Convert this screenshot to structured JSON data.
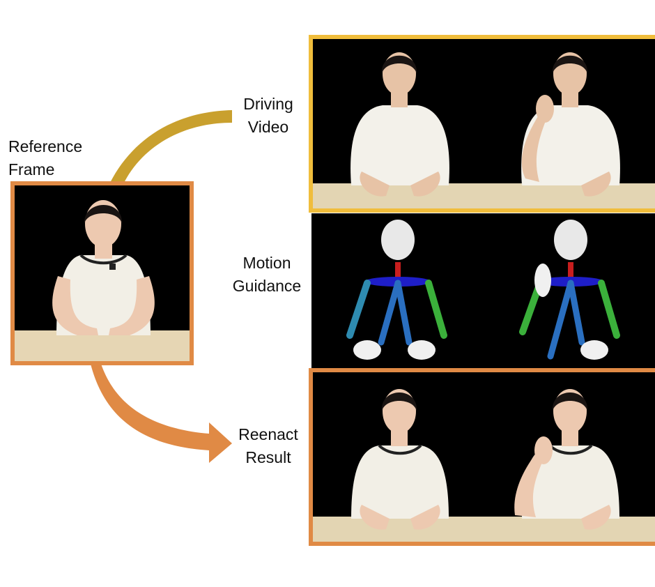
{
  "labels": {
    "reference": [
      "Reference",
      "Frame"
    ],
    "driving": [
      "Driving",
      "Video"
    ],
    "motion": [
      "Motion",
      "Guidance"
    ],
    "reenact": [
      "Reenact",
      "Result"
    ]
  },
  "colors": {
    "reference_border": "#e08a45",
    "driving_border": "#f0bd3c",
    "reenact_border": "#e08a45",
    "arrow_top": "#c9a02e",
    "arrow_bottom": "#e08a45"
  }
}
